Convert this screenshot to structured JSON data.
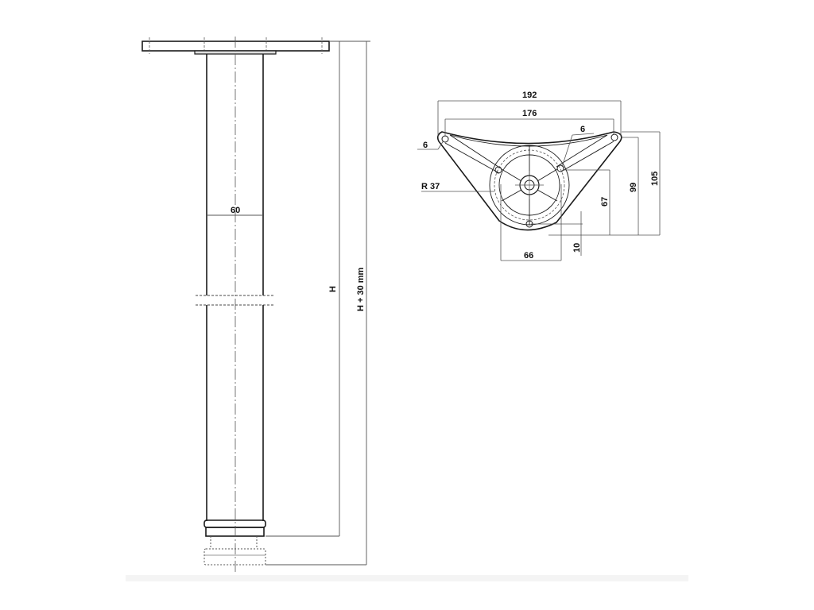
{
  "drawing": {
    "title": "Table leg technical drawing",
    "colors": {
      "line": "#1a1a1a",
      "dim": "#555555",
      "background": "#ffffff"
    }
  },
  "leg_view": {
    "tube_diameter_label": "60",
    "height_label": "H",
    "total_height_label": "H + 30 mm"
  },
  "plate_view": {
    "outer_width_label": "192",
    "hole_spacing_label": "176",
    "left_hole_label": "6",
    "right_hole_label": "6",
    "radius_label": "R 37",
    "height_67_label": "67",
    "height_99_label": "99",
    "height_105_label": "105",
    "bottom_width_label": "66",
    "bottom_offset_label": "10"
  }
}
